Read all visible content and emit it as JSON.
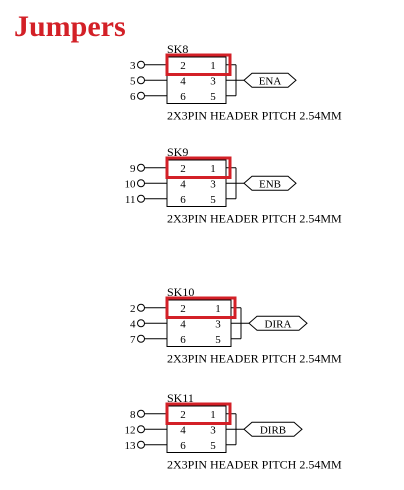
{
  "title": "Jumpers",
  "colors": {
    "title": "#d32027",
    "highlight": "#d32027",
    "line": "#000000"
  },
  "headers": [
    {
      "ref": "SK8",
      "nets": [
        "3",
        "5",
        "6"
      ],
      "pins": [
        [
          "2",
          "1"
        ],
        [
          "4",
          "3"
        ],
        [
          "6",
          "5"
        ]
      ],
      "signal": "ENA",
      "footprint": "2X3PIN HEADER PITCH 2.54MM"
    },
    {
      "ref": "SK9",
      "nets": [
        "9",
        "10",
        "11"
      ],
      "pins": [
        [
          "2",
          "1"
        ],
        [
          "4",
          "3"
        ],
        [
          "6",
          "5"
        ]
      ],
      "signal": "ENB",
      "footprint": "2X3PIN HEADER PITCH 2.54MM"
    },
    {
      "ref": "SK10",
      "nets": [
        "2",
        "4",
        "7"
      ],
      "pins": [
        [
          "2",
          "1"
        ],
        [
          "4",
          "3"
        ],
        [
          "6",
          "5"
        ]
      ],
      "signal": "DIRA",
      "footprint": "2X3PIN HEADER PITCH 2.54MM"
    },
    {
      "ref": "SK11",
      "nets": [
        "8",
        "12",
        "13"
      ],
      "pins": [
        [
          "2",
          "1"
        ],
        [
          "4",
          "3"
        ],
        [
          "6",
          "5"
        ]
      ],
      "signal": "DIRB",
      "footprint": "2X3PIN HEADER PITCH 2.54MM"
    }
  ]
}
